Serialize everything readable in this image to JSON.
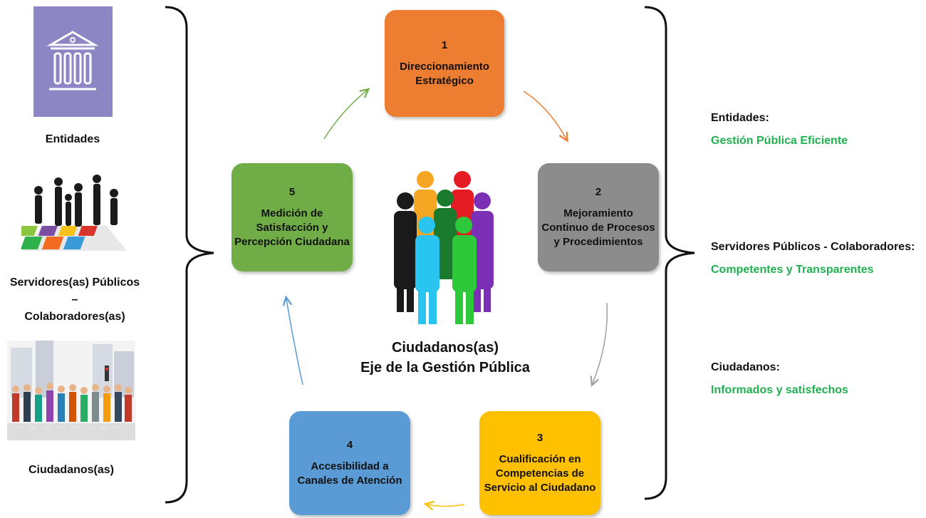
{
  "left": {
    "entidades_label": "Entidades",
    "servidores_label_line1": "Servidores(as) Públicos –",
    "servidores_label_line2": "Colaboradores(as)",
    "ciudadanos_label": "Ciudadanos(as)",
    "icons": [
      "building-icon",
      "puzzle-people-icon",
      "crowd-icon"
    ]
  },
  "cycle": [
    {
      "num": "1",
      "line1": "Direccionamiento",
      "line2": "Estratégico",
      "line3": "",
      "color": "#ed7d31"
    },
    {
      "num": "2",
      "line1": "Mejoramiento",
      "line2": "Continuo de Procesos",
      "line3": "y Procedimientos",
      "color": "#8c8c8c"
    },
    {
      "num": "3",
      "line1": "Cualificación en",
      "line2": "Competencias de",
      "line3": "Servicio al Ciudadano",
      "color": "#ffc000"
    },
    {
      "num": "4",
      "line1": "Accesibilidad a",
      "line2": "Canales de Atención",
      "line3": "",
      "color": "#5b9bd5"
    },
    {
      "num": "5",
      "line1": "Medición de",
      "line2": "Satisfacción y",
      "line3": "Percepción Ciudadana",
      "color": "#70ad47"
    }
  ],
  "center": {
    "line1": "Ciudadanos(as)",
    "line2": "Eje de la Gestión Pública",
    "icon": "people-group-icon"
  },
  "right": [
    {
      "title": "Entidades:",
      "subtitle": "Gestión Pública Eficiente"
    },
    {
      "title": "Servidores Públicos - Colaboradores:",
      "subtitle": "Competentes y Transparentes"
    },
    {
      "title": "Ciudadanos:",
      "subtitle": "Informados y satisfechos"
    }
  ],
  "colors": {
    "accent_green": "#1fb14f",
    "arrow_orange": "#ed7d31",
    "arrow_gray": "#a0a0a0",
    "arrow_yellow": "#ffc000",
    "arrow_blue": "#5b9bd5",
    "arrow_green": "#70ad47"
  }
}
